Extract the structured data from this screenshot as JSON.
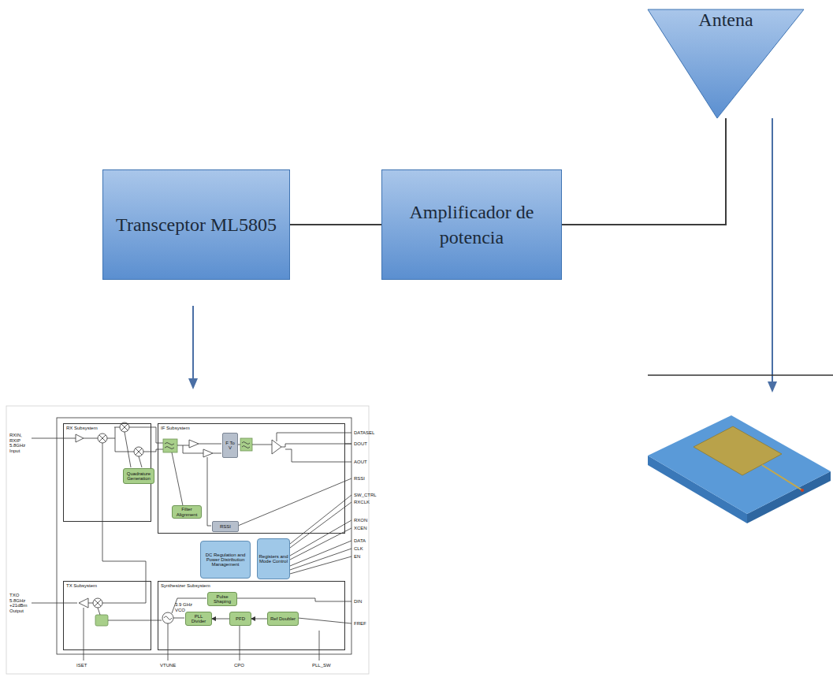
{
  "diagram": {
    "nodes": [
      {
        "text": [
          "Transceptor ML5805"
        ]
      },
      {
        "text": [
          "Amplificador de potencia"
        ]
      },
      {
        "text": [
          "Antena"
        ]
      },
      {
        "text": [
          "RX Subsystem"
        ]
      },
      {
        "text": [
          "Quadrature Generation"
        ],
        "in": 3
      },
      {
        "text": [
          "IF Subsystem"
        ]
      },
      {
        "text": [
          "Filter Alignment"
        ],
        "in": 5
      },
      {
        "text": [
          "F To V"
        ],
        "in": 5
      },
      {
        "text": [
          "RSSI"
        ],
        "in": 5
      },
      {
        "text": [
          "DC Regulation and Power Distribution Management"
        ]
      },
      {
        "text": [
          "Registers and Mode Control"
        ]
      },
      {
        "text": [
          "TX Subsystem"
        ]
      },
      {
        "text": [
          "Synthesizer Subsystem"
        ]
      },
      {
        "text": [
          "Pulse Shaping"
        ],
        "in": 12
      },
      {
        "text": [
          "PLL Divider"
        ],
        "in": 12
      },
      {
        "text": [
          "PFD"
        ],
        "in": 12
      },
      {
        "text": [
          "Ref Doubler"
        ],
        "in": 12
      }
    ],
    "edges": [
      {
        "from": 0,
        "to": 1,
        "arrow": "none"
      },
      {
        "from": 1,
        "to": 2,
        "arrow": "none"
      },
      {
        "from": 16,
        "to": 15,
        "arrow": "to"
      },
      {
        "from": 15,
        "to": 14,
        "arrow": "to"
      }
    ],
    "labels": [
      "RXIN, RXIP 5.8GHz Input",
      "TXO 5.8GHz +21dBm Output",
      "3.9 GHz VCO",
      "DATASEL",
      "DOUT",
      "AOUT",
      "RSSI",
      "SW_CTRL",
      "RXCLK",
      "RXON",
      "XCEN",
      "DATA",
      "CLK",
      "EN",
      "DIN",
      "FREF",
      "ISET",
      "VTUNE",
      "CPO",
      "PLL_SW"
    ]
  }
}
